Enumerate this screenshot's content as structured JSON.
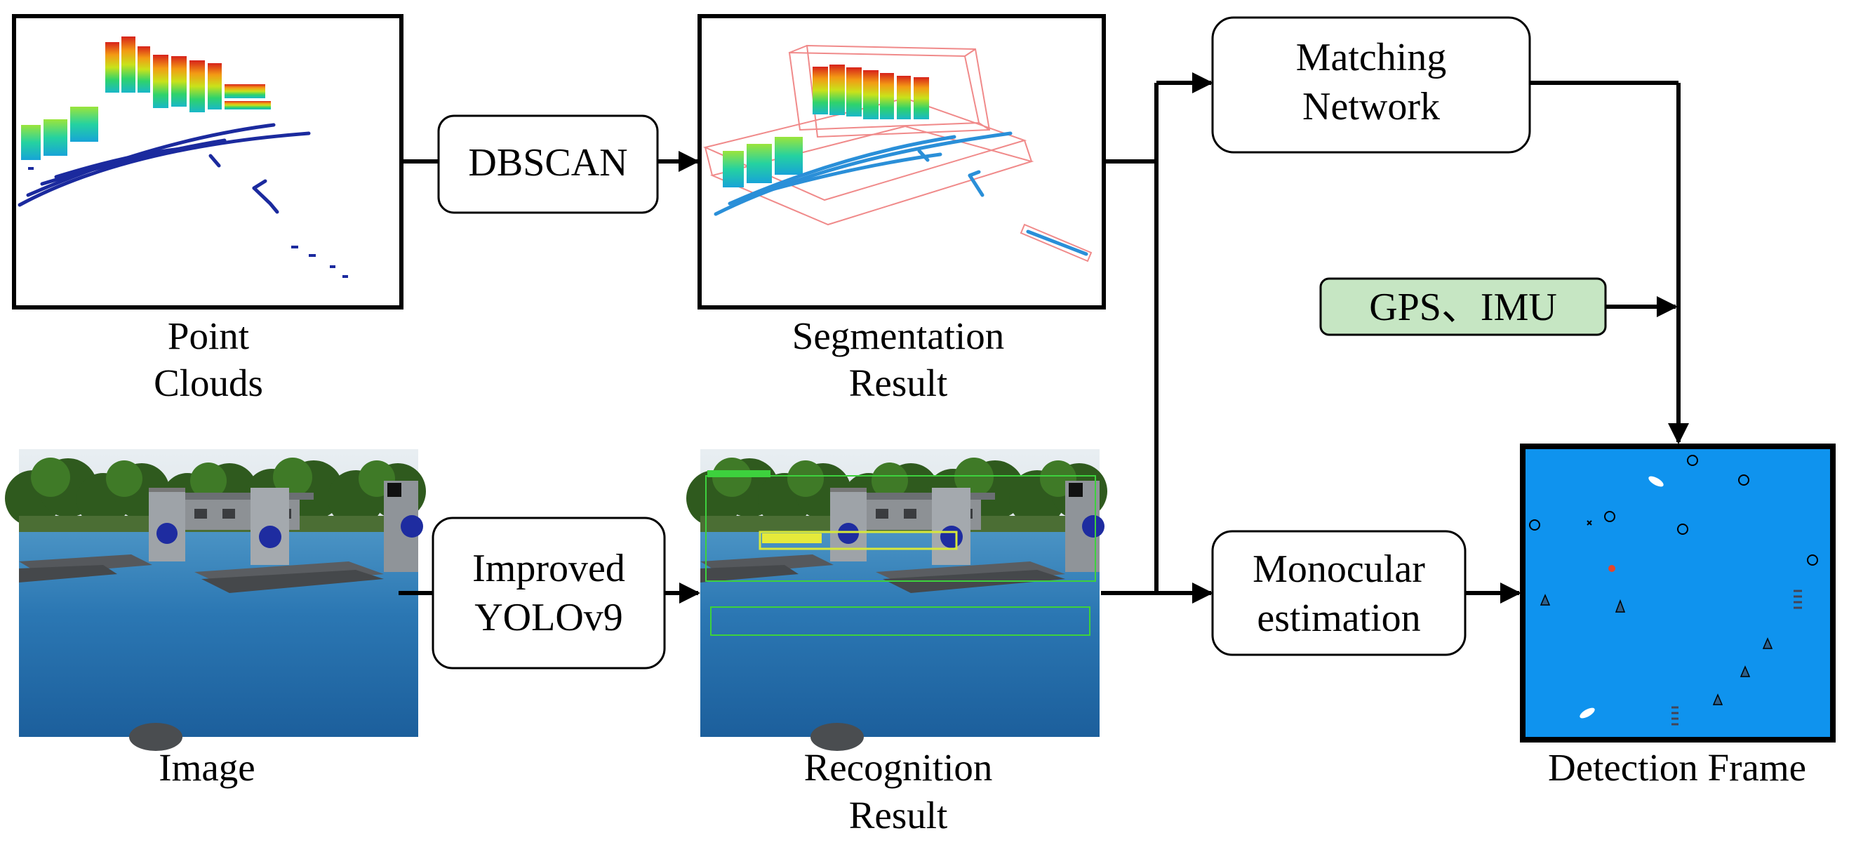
{
  "captions": {
    "point_clouds": [
      "Point",
      "Clouds"
    ],
    "segmentation": [
      "Segmentation",
      "Result"
    ],
    "image": "Image",
    "recognition": [
      "Recognition",
      "Result"
    ],
    "detection_frame": "Detection Frame"
  },
  "boxes": {
    "dbscan": "DBSCAN",
    "improved_yolo": [
      "Improved",
      "YOLOv9"
    ],
    "matching_network": [
      "Matching",
      "Network"
    ],
    "monocular": [
      "Monocular",
      "estimation"
    ],
    "gps_imu": "GPS、IMU"
  },
  "colors": {
    "gps_box_fill": "#c6e6c3",
    "water": "#1f6fae",
    "detection_field": "#0f93ee",
    "line": "#000000"
  }
}
